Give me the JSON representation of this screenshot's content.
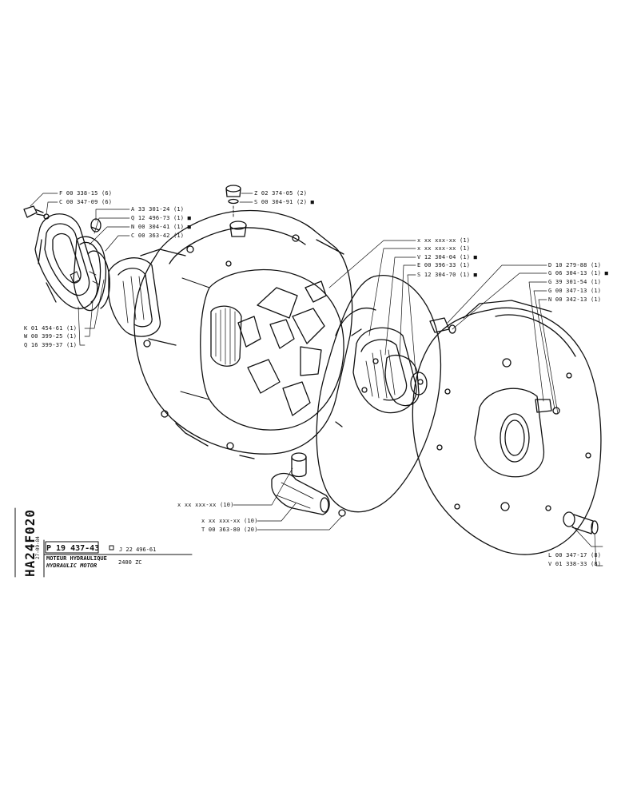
{
  "sheet": {
    "code": "HA24F020",
    "date": "27-09-84",
    "part_number": "P 19 437-43",
    "reference": "J 22 496-61",
    "title_fr": "MOTEUR HYDRAULIQUE",
    "title_en": "HYDRAULIC MOTOR",
    "model": "2400 ZC"
  },
  "callouts": {
    "left": [
      "F 00 338-15 (6)",
      "C 00 347-09 (6)",
      "A 33 301-24 (1)",
      "Q 12 496-73 (1) ■",
      "N 00 304-41 (1) ■",
      "C 00 363-42 (1)",
      "K 01 454-61 (1)",
      "W 00 399-25 (1)",
      "Q 16 399-37 (1)"
    ],
    "top": [
      "Z 02 374-05 (2)",
      "S 00 304-91 (2) ■"
    ],
    "center": [
      "x xx xxx-xx (1)",
      "x xx xxx-xx (1)",
      "V 12 304-04 (1) ■",
      "E 00 396-33 (1)",
      "S 12 304-70 (1) ■"
    ],
    "right": [
      "D 10 279-88 (1)",
      "G 06 304-13 (1) ■",
      "G 39 301-54 (1)",
      "G 00 347-13 (1)",
      "N 00 342-13 (1)"
    ],
    "bottom_center": [
      "x xx xxx-xx (10)",
      "x xx xxx-xx (10)",
      "T 00 363-80 (20)"
    ],
    "bottom_right": [
      "L 00 347-17 (8)",
      "V 01 338-33 (8)"
    ]
  }
}
